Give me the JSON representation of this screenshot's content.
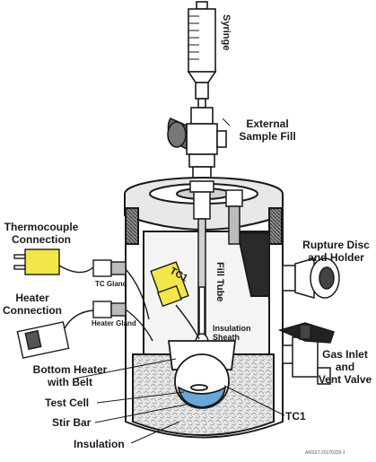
{
  "labels": {
    "syringe": "Syringe",
    "external_sample_fill": "External\nSample Fill",
    "thermocouple_connection": "Thermocouple\nConnection",
    "tc_gland": "TC Gland",
    "tc1_top": "TC1",
    "fill_tube": "Fill Tube",
    "rupture_disc": "Rupture Disc\nand Holder",
    "heater_connection": "Heater\nConnection",
    "heater_gland": "Heater Gland",
    "insulation_sheath": "Insulation\nSheath",
    "gas_inlet": "Gas Inlet\nand\nVent Valve",
    "bottom_heater": "Bottom Heater\nwith Belt",
    "test_cell": "Test Cell",
    "stir_bar": "Stir Bar",
    "tc1_bottom": "TC1",
    "insulation": "Insulation",
    "figure_id": "ARSST-20170225-1"
  },
  "colors": {
    "outline": "#1a1a1a",
    "vessel_fill": "#ffffff",
    "vessel_shade": "#d4d4d4",
    "dark_gray": "#5a5a5a",
    "thread_gray": "#8a8a8a",
    "connector_yellow": "#f2e64a",
    "valve_black": "#222222",
    "cell_blue": "#6aa7d8",
    "insulation_texture": "#bdbdbd"
  }
}
